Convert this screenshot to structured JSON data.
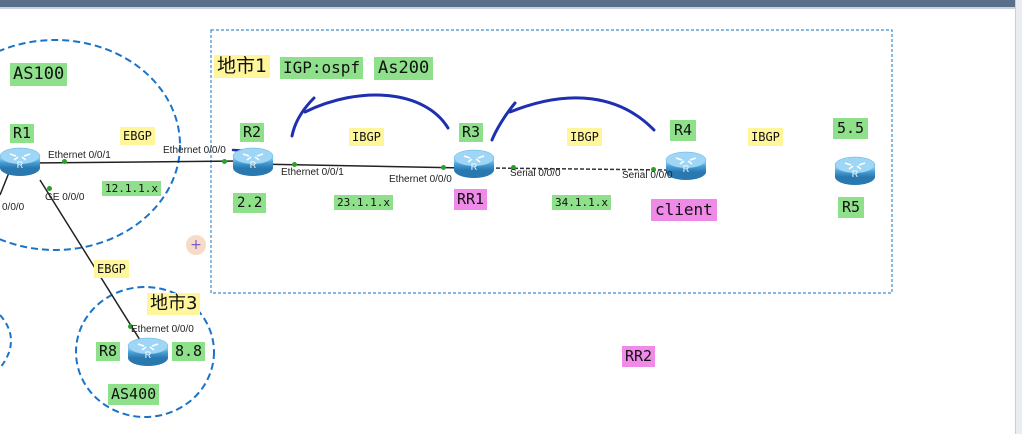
{
  "areas": {
    "as100": "AS100",
    "as400": "AS400",
    "city1": "地市1",
    "igp": "IGP:ospf",
    "as200": "As200",
    "city3": "地市3"
  },
  "routers": {
    "r1": "R1",
    "r2": "R2",
    "r3": "R3",
    "r4": "R4",
    "r5": "R5",
    "r8": "R8"
  },
  "roles": {
    "rr1": "RR1",
    "client": "client",
    "rr2": "RR2"
  },
  "addresses": {
    "r2_loop": "2.2",
    "r5_loop": "5.5",
    "r8_loop": "8.8",
    "net_12": "12.1.1.x",
    "net_23": "23.1.1.x",
    "net_34": "34.1.1.x"
  },
  "links": {
    "ebgp_r1_r2": "EBGP",
    "ebgp_r1_r8": "EBGP",
    "ibgp_r2_r3": "IBGP",
    "ibgp_r3_r4": "IBGP",
    "ibgp_r4_r5": "IBGP"
  },
  "ports": {
    "r1_eth001": "Ethernet 0/0/1",
    "r1_ge000": "GE 0/0/0",
    "r1_left": "0/0/0",
    "r2_eth000": "Ethernet 0/0/0",
    "r2_eth001": "Ethernet 0/0/1",
    "r3_eth000": "Ethernet 0/0/0",
    "r3_serial": "Serial 0/0/0",
    "r4_serial": "Serial 0/0/0",
    "r8_eth000": "Ethernet 0/0/0"
  },
  "colors": {
    "router_body": "#4aa3d8",
    "as_border": "#1a73c8",
    "arrow": "#1e2fb0",
    "green_label": "#8fe08a",
    "yellow_label": "#fff59a",
    "magenta_label": "#f08ae8"
  }
}
